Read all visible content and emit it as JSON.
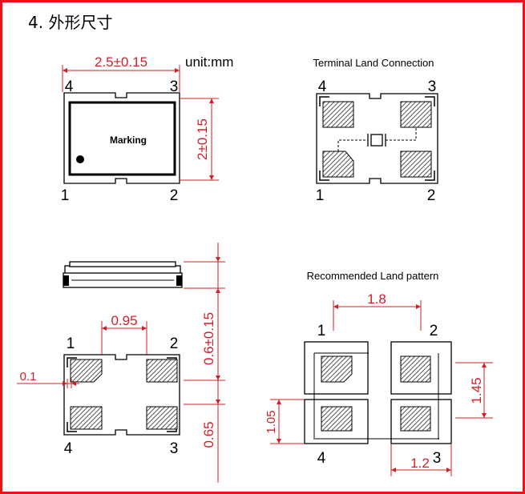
{
  "heading": "4. 外形尺寸",
  "unit_label": "unit:mm",
  "terminal_title": "Terminal Land Connection",
  "land_title": "Recommended Land pattern",
  "marking": "Marking",
  "pins": {
    "p1": "1",
    "p2": "2",
    "p3": "3",
    "p4": "4"
  },
  "dims": {
    "length": "2.5±0.15",
    "width": "2±0.15",
    "height": "0.6±0.15",
    "pad_pitch": "0.95",
    "pad_inset": "0.1",
    "pad_length": "0.65",
    "land_pitch_x": "1.8",
    "land_pitch_y": "1.45",
    "land_height": "1.05",
    "land_width": "1.2"
  },
  "colors": {
    "border": "#e8131b",
    "dimension": "#d21f26",
    "outline": "#000000",
    "hatch": "#555555"
  }
}
